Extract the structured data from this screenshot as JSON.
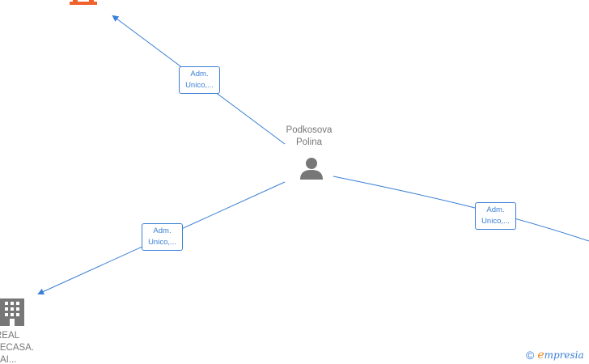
{
  "diagram": {
    "center_person": {
      "name_line1": "Podkosova",
      "name_line2": "Polina",
      "icon": "person-icon",
      "color": "#777777"
    },
    "company_bottom_left": {
      "name_line1": "REAL",
      "name_line2": "ATECASA.",
      "name_line3": "AI...",
      "icon": "building-icon",
      "color": "#777777"
    },
    "company_top_left": {
      "icon": "building-icon",
      "color": "#f0622b"
    },
    "edges": [
      {
        "id": "to-top-left",
        "label_line1": "Adm.",
        "label_line2": "Unico,..."
      },
      {
        "id": "to-bottom-left",
        "label_line1": "Adm.",
        "label_line2": "Unico,..."
      },
      {
        "id": "to-right",
        "label_line1": "Adm.",
        "label_line2": "Unico,..."
      }
    ],
    "edge_color": "#3a7fd5"
  },
  "watermark": {
    "copyright_symbol": "©",
    "brand_first_letter": "e",
    "brand_rest": "mpresia"
  }
}
